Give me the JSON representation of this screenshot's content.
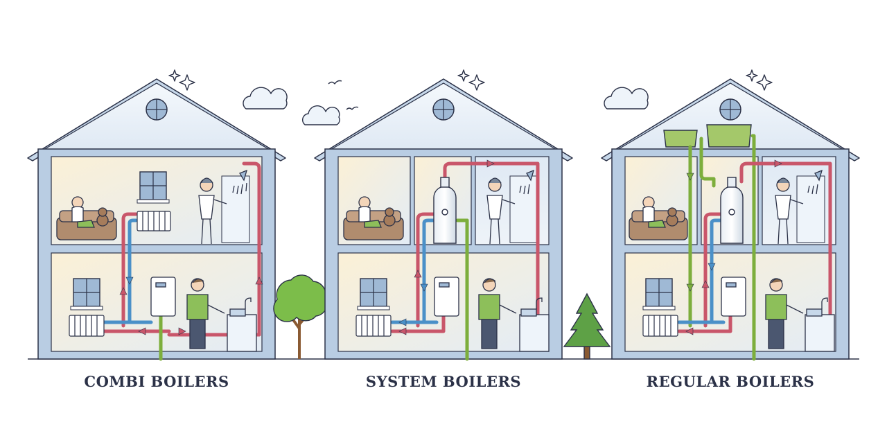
{
  "labels": {
    "combi": "COMBI BOILERS",
    "system": "SYSTEM BOILERS",
    "regular": "REGULAR BOILERS"
  },
  "colors": {
    "hot_pipe": "#c9566a",
    "cold_pipe": "#4a90c8",
    "green_pipe": "#7dae3c",
    "outline": "#2b3147",
    "wall": "#b9cde3",
    "roof_fill": "#e9f1f9",
    "warm_room": "#f7e8c7",
    "cool_room": "#dde8f3",
    "tank_green": "#a4c86a",
    "tree_green": "#7cbd4a",
    "pine_green": "#5ea146"
  },
  "icons": [
    "sparkle-icon",
    "cloud-icon",
    "bird-icon",
    "shower-icon",
    "window-icon",
    "radiator-icon",
    "boiler-icon",
    "sink-icon",
    "sofa-icon",
    "cylinder-icon",
    "tank-icon"
  ]
}
